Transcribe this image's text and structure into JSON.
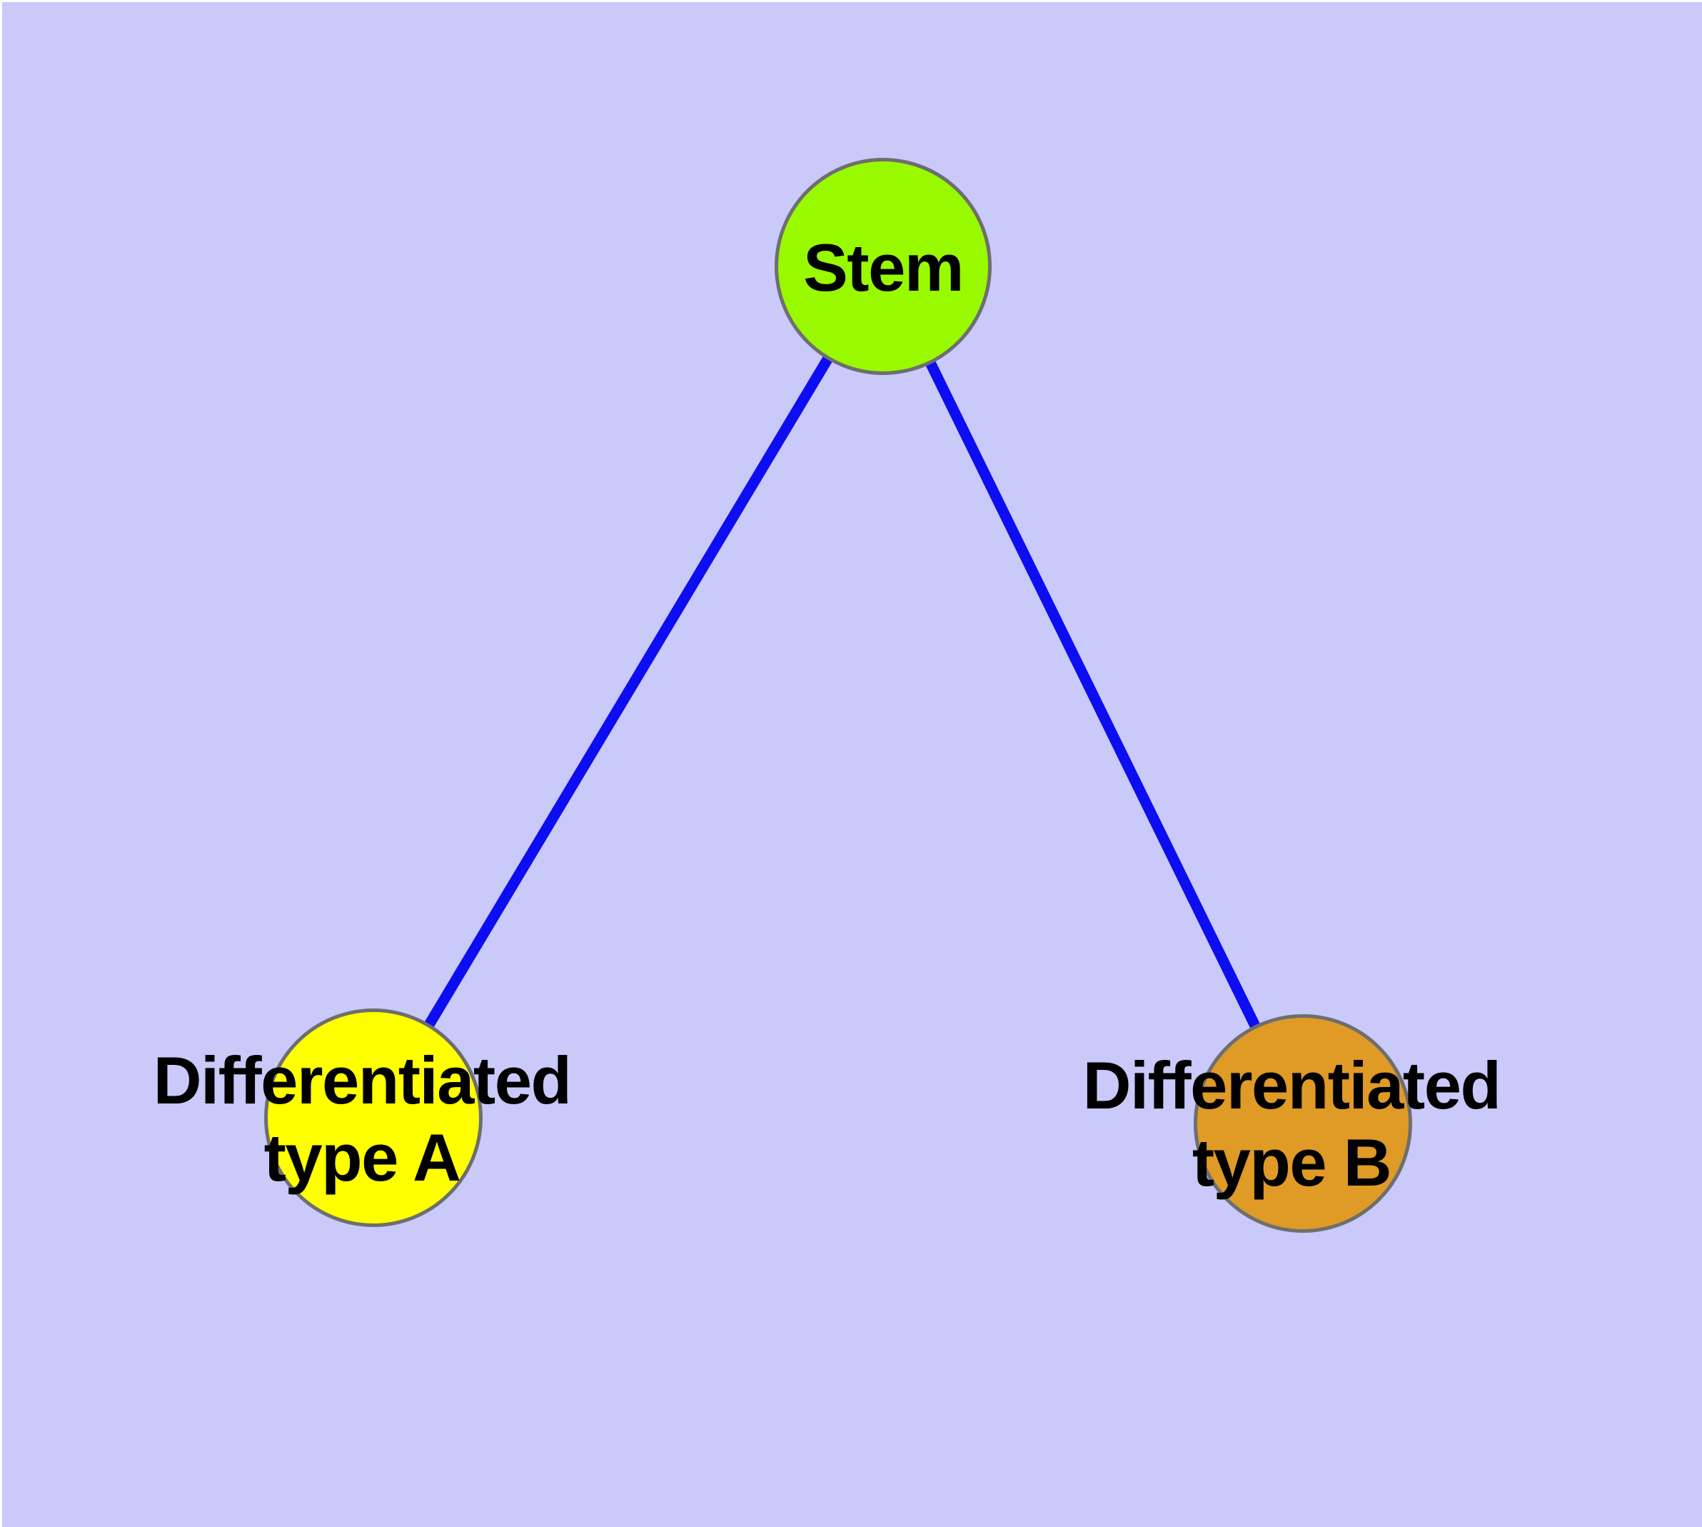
{
  "figure": {
    "type": "node-link tree diagram",
    "background_color": "#C9C9FA",
    "frame_highlight_color": "#FFFFFF"
  },
  "styles": {
    "node_border_color": "#6E6E6E",
    "edge_color": "#0D0DF2",
    "label_color": "#000000"
  },
  "nodes": {
    "stem": {
      "label": "Stem",
      "fill": "#99FA00"
    },
    "type_a": {
      "label_line1": "Differentiated",
      "label_line2": "type A",
      "fill": "#FFFF00"
    },
    "type_b": {
      "label_line1": "Differentiated",
      "label_line2": "type B",
      "fill": "#E09A26"
    }
  },
  "edges": [
    {
      "from": "Stem",
      "to": "Differentiated type A"
    },
    {
      "from": "Stem",
      "to": "Differentiated type B"
    }
  ]
}
